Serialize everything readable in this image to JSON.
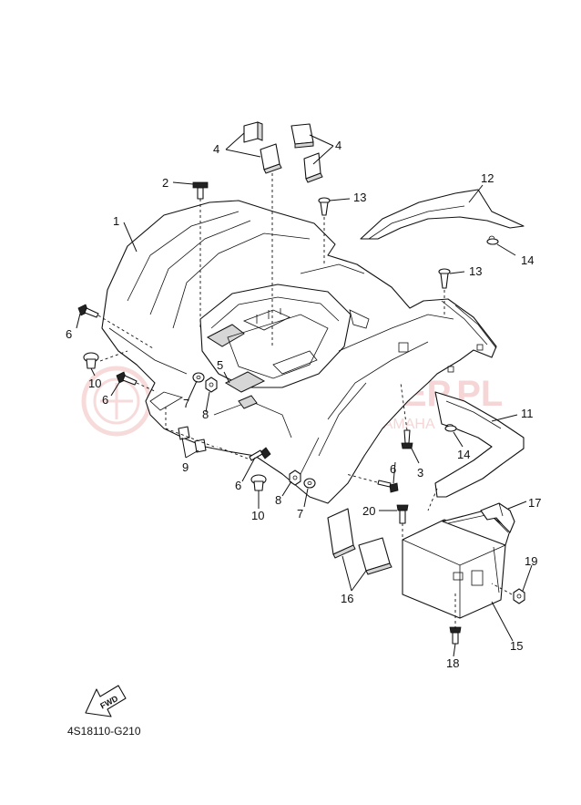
{
  "watermark": {
    "title": "YAMAHASKLEP.PL",
    "subtitle": "WOJCIECHOWICZ DEALER YAMAHA",
    "color": "#e58a8a"
  },
  "diagram_code": "4S18110-G210",
  "fwd_label": "FWD",
  "callouts": {
    "c1": "1",
    "c2": "2",
    "c3": "3",
    "c4a": "4",
    "c4b": "4",
    "c5": "5",
    "c6a": "6",
    "c6b": "6",
    "c6c": "6",
    "c6d": "6",
    "c7a": "7",
    "c7b": "7",
    "c8a": "8",
    "c8b": "8",
    "c9": "9",
    "c10a": "10",
    "c10b": "10",
    "c11": "11",
    "c12": "12",
    "c13a": "13",
    "c13b": "13",
    "c14a": "14",
    "c14b": "14",
    "c15": "15",
    "c16": "16",
    "c17": "17",
    "c18": "18",
    "c19": "19",
    "c20": "20"
  }
}
